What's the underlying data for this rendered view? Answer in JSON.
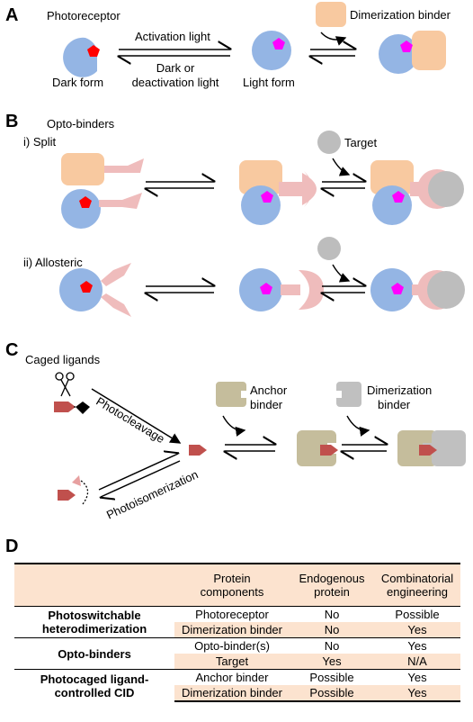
{
  "colors": {
    "photoreceptor": "#94b5e4",
    "chromophore_dark": "#ff0000",
    "chromophore_light": "#ff00ff",
    "binder": "#f8c9a0",
    "optobinder_arm": "#efbcbc",
    "target": "#bdbdbd",
    "anchor": "#c5bd9c",
    "dimerizer": "#c0c0c0",
    "ligand": "#c0504d",
    "table_shade": "#fce3cf"
  },
  "panel_a": {
    "letter": "A",
    "photoreceptor_label": "Photoreceptor",
    "dark_form_label": "Dark form",
    "activation_label": "Activation light",
    "deactivation_label_line1": "Dark or",
    "deactivation_label_line2": "deactivation light",
    "light_form_label": "Light form",
    "binder_label": "Dimerization binder"
  },
  "panel_b": {
    "letter": "B",
    "title": "Opto-binders",
    "split_label": "i) Split",
    "allosteric_label": "ii) Allosteric",
    "target_label": "Target"
  },
  "panel_c": {
    "letter": "C",
    "title": "Caged ligands",
    "photocleavage_label": "Photocleavage",
    "photoisomerization_label": "Photoisomerization",
    "anchor_label_line1": "Anchor",
    "anchor_label_line2": "binder",
    "dimer_label_line1": "Dimerization",
    "dimer_label_line2": "binder"
  },
  "panel_d": {
    "letter": "D",
    "headers": {
      "col1_line1": "Protein",
      "col1_line2": "components",
      "col2_line1": "Endogenous",
      "col2_line2": "protein",
      "col3_line1": "Combinatorial",
      "col3_line2": "engineering"
    },
    "groups": [
      {
        "name_line1": "Photoswitchable",
        "name_line2": "heterodimerization",
        "rows": [
          {
            "component": "Photoreceptor",
            "endogenous": "No",
            "combinatorial": "Possible"
          },
          {
            "component": "Dimerization binder",
            "endogenous": "No",
            "combinatorial": "Yes"
          }
        ]
      },
      {
        "name_line1": "Opto-binders",
        "name_line2": "",
        "rows": [
          {
            "component": "Opto-binder(s)",
            "endogenous": "No",
            "combinatorial": "Yes"
          },
          {
            "component": "Target",
            "endogenous": "Yes",
            "combinatorial": "N/A"
          }
        ]
      },
      {
        "name_line1": "Photocaged ligand-",
        "name_line2": "controlled CID",
        "rows": [
          {
            "component": "Anchor binder",
            "endogenous": "Possible",
            "combinatorial": "Yes"
          },
          {
            "component": "Dimerization binder",
            "endogenous": "Possible",
            "combinatorial": "Yes"
          }
        ]
      }
    ]
  }
}
